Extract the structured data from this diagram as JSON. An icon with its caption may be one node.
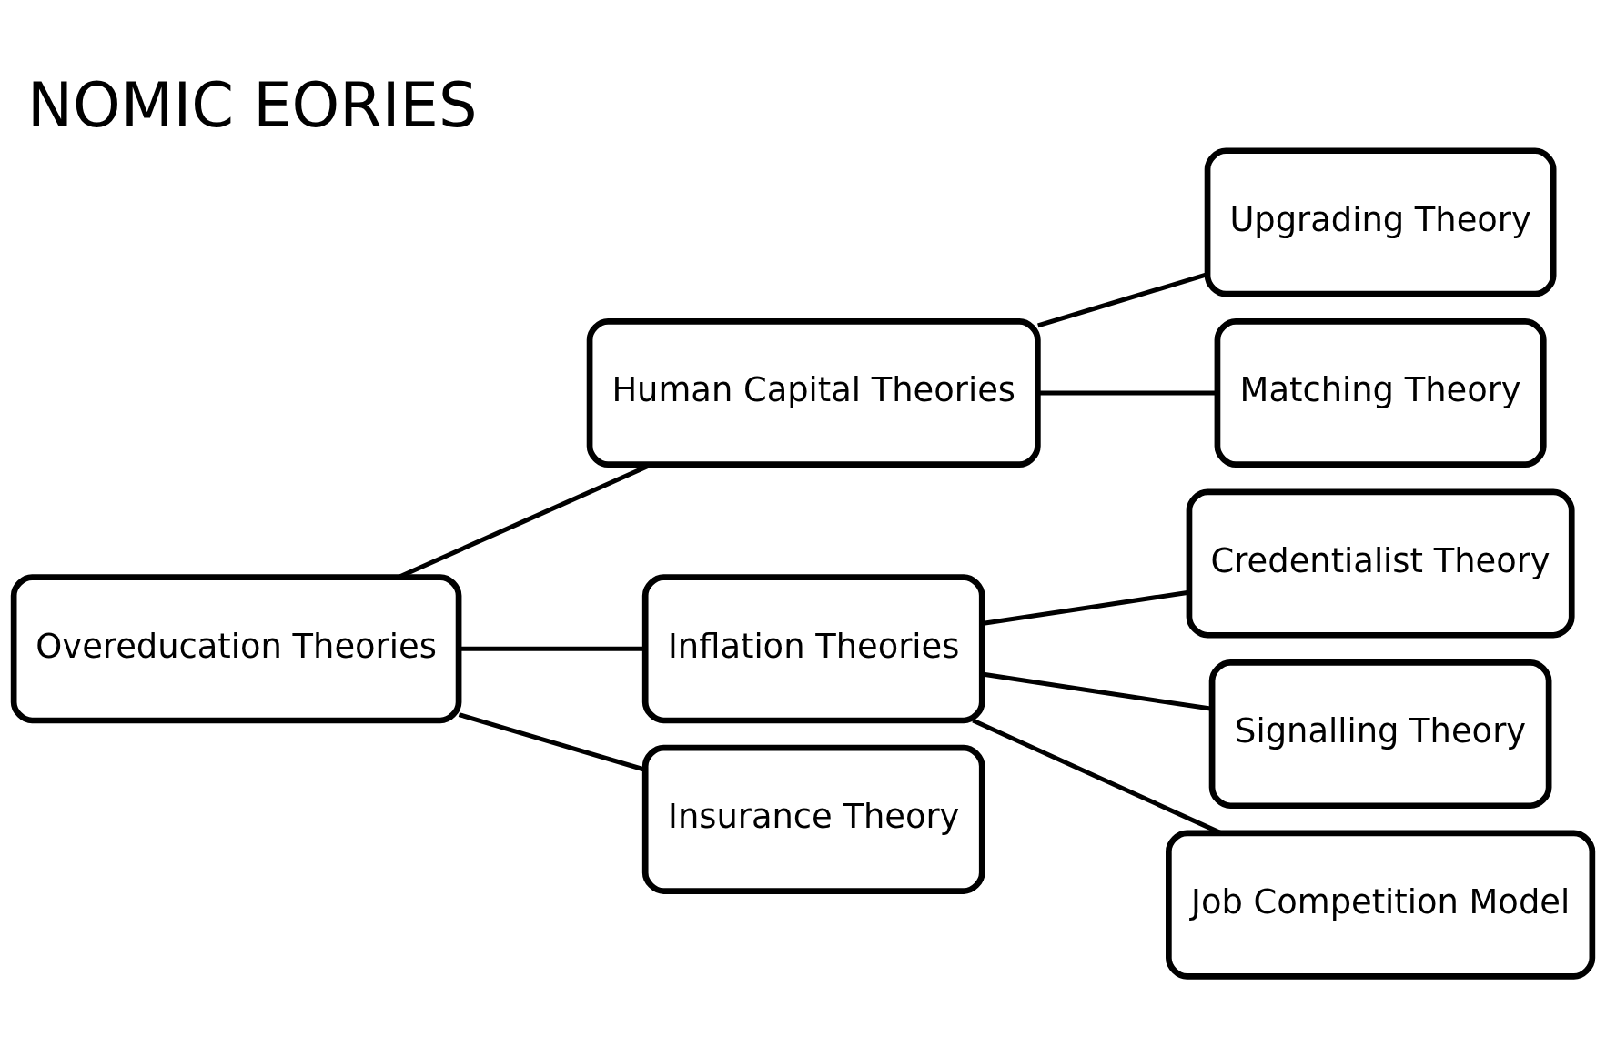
{
  "diagram": {
    "title": "NOMIC EORIES",
    "nodes": [
      {
        "text": [
          "Overeducation Theories"
        ]
      },
      {
        "text": [
          "Human Capital Theories"
        ]
      },
      {
        "text": [
          "Inflation Theories"
        ]
      },
      {
        "text": [
          "Insurance Theory"
        ]
      },
      {
        "text": [
          "Upgrading Theory"
        ]
      },
      {
        "text": [
          "Matching Theory"
        ]
      },
      {
        "text": [
          "Credentialist Theory"
        ]
      },
      {
        "text": [
          "Signalling Theory"
        ]
      },
      {
        "text": [
          "Job Competition Model"
        ]
      }
    ],
    "edges": [
      {
        "from": 0,
        "to": 1,
        "arrow": "none"
      },
      {
        "from": 0,
        "to": 2,
        "arrow": "none"
      },
      {
        "from": 0,
        "to": 3,
        "arrow": "none"
      },
      {
        "from": 1,
        "to": 4,
        "arrow": "none"
      },
      {
        "from": 1,
        "to": 5,
        "arrow": "none"
      },
      {
        "from": 2,
        "to": 6,
        "arrow": "none"
      },
      {
        "from": 2,
        "to": 7,
        "arrow": "none"
      },
      {
        "from": 2,
        "to": 8,
        "arrow": "none"
      }
    ]
  }
}
